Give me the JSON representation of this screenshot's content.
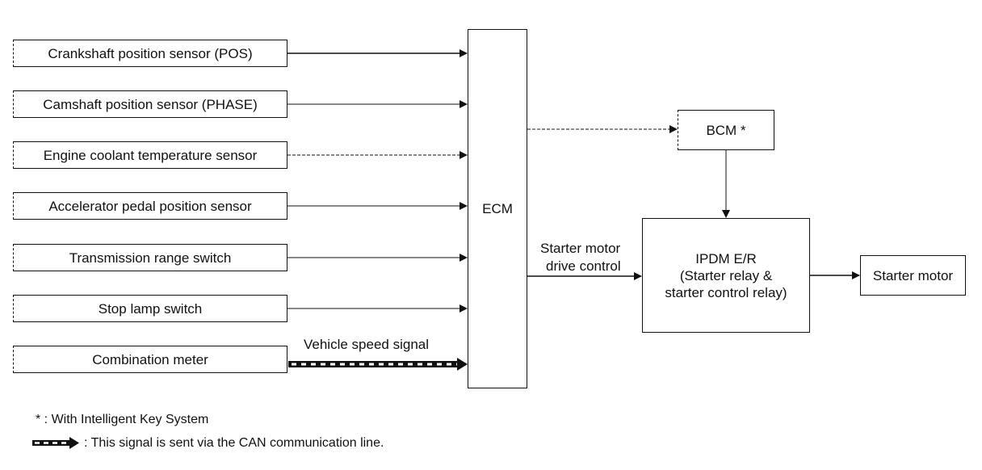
{
  "inputs": [
    {
      "label": "Crankshaft position sensor (POS)",
      "line": "solid"
    },
    {
      "label": "Camshaft position sensor (PHASE)",
      "line": "solid"
    },
    {
      "label": "Engine coolant temperature sensor",
      "line": "dashed"
    },
    {
      "label": "Accelerator pedal position sensor",
      "line": "solid"
    },
    {
      "label": "Transmission range switch",
      "line": "solid"
    },
    {
      "label": "Stop lamp switch",
      "line": "solid"
    },
    {
      "label": "Combination meter",
      "line": "can"
    }
  ],
  "ecm": {
    "label": "ECM"
  },
  "bcm": {
    "label": "BCM *"
  },
  "ipdm": {
    "line1": "IPDM E/R",
    "line2": "(Starter relay &",
    "line3": "starter control relay)"
  },
  "starter_motor": {
    "label": "Starter motor"
  },
  "signals": {
    "vehicle_speed": "Vehicle speed signal",
    "starter_drive_1": "Starter motor",
    "starter_drive_2": "drive control"
  },
  "notes": {
    "asterisk": "* : With Intelligent Key System",
    "can": ": This signal is sent via the CAN communication line."
  }
}
